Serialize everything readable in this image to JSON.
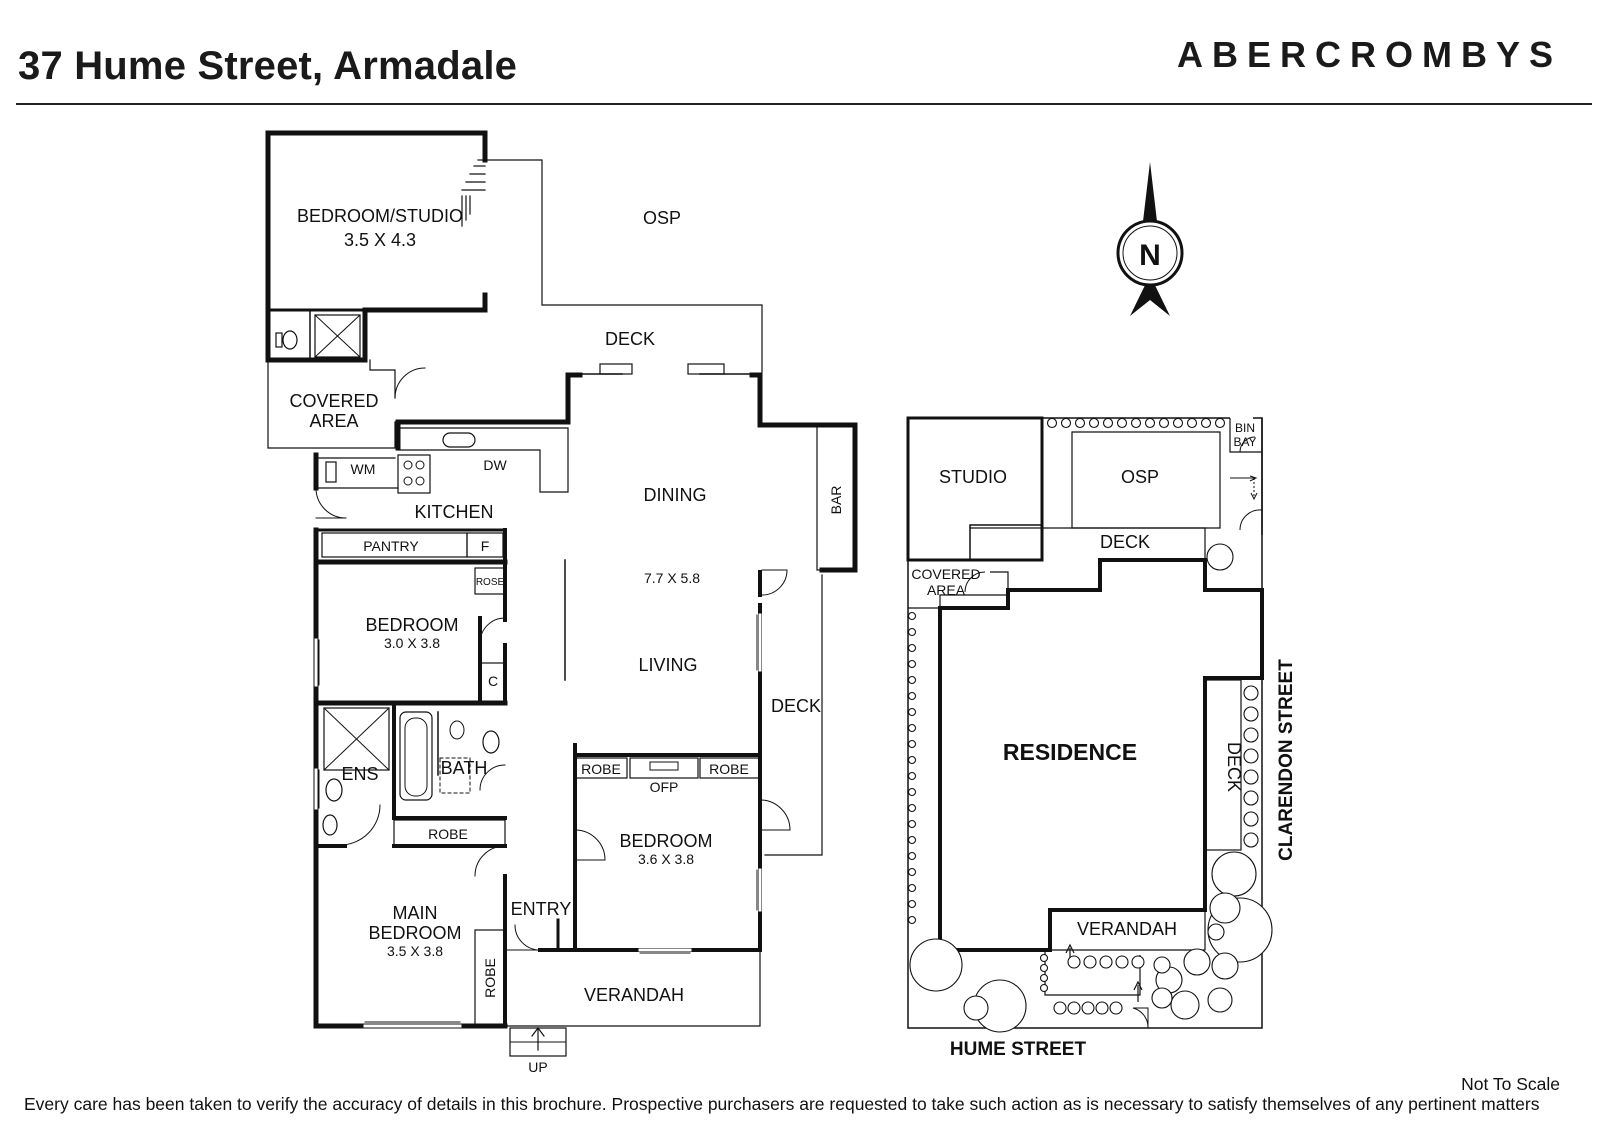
{
  "header": {
    "address": "37 Hume Street, Armadale",
    "brand": "ABERCROMBYS"
  },
  "compass": {
    "label": "N"
  },
  "floor_plan": {
    "bedroom_studio": {
      "label": "BEDROOM/STUDIO",
      "size": "3.5 X 4.3"
    },
    "osp": "OSP",
    "deck_top": "DECK",
    "covered_area": [
      "COVERED",
      "AREA"
    ],
    "wm": "WM",
    "dw": "DW",
    "kitchen": "KITCHEN",
    "dining": "DINING",
    "bar": "BAR",
    "pantry": "PANTRY",
    "f": "F",
    "living_size": "7.7 X 5.8",
    "rose": "ROSE",
    "bedroom1": {
      "label": "BEDROOM",
      "size": "3.0 X 3.8"
    },
    "c": "C",
    "living": "LIVING",
    "deck_side": "DECK",
    "ens": "ENS",
    "bath": "BATH",
    "robe_left": "ROBE",
    "robe_right": "ROBE",
    "ofp": "OFP",
    "robe_bath": "ROBE",
    "bedroom2": {
      "label": "BEDROOM",
      "size": "3.6 X 3.8"
    },
    "entry": "ENTRY",
    "main_bedroom": {
      "label1": "MAIN",
      "label2": "BEDROOM",
      "size": "3.5 X 3.8"
    },
    "robe_main": "ROBE",
    "verandah": "VERANDAH",
    "up": "UP"
  },
  "site_plan": {
    "studio": "STUDIO",
    "osp": "OSP",
    "bin_bay": [
      "BIN",
      "BAY"
    ],
    "deck_top": "DECK",
    "covered_area": [
      "COVERED",
      "AREA"
    ],
    "residence": "RESIDENCE",
    "deck_side": "DECK",
    "clarendon_street": "CLARENDON STREET",
    "verandah": "VERANDAH",
    "hume_street": "HUME STREET"
  },
  "footer": {
    "not_to_scale": "Not To Scale",
    "disclaimer": "Every care has been taken to verify the accuracy of details in this brochure. Prospective purchasers are requested to take such action as is necessary to satisfy themselves of any pertinent matters"
  }
}
